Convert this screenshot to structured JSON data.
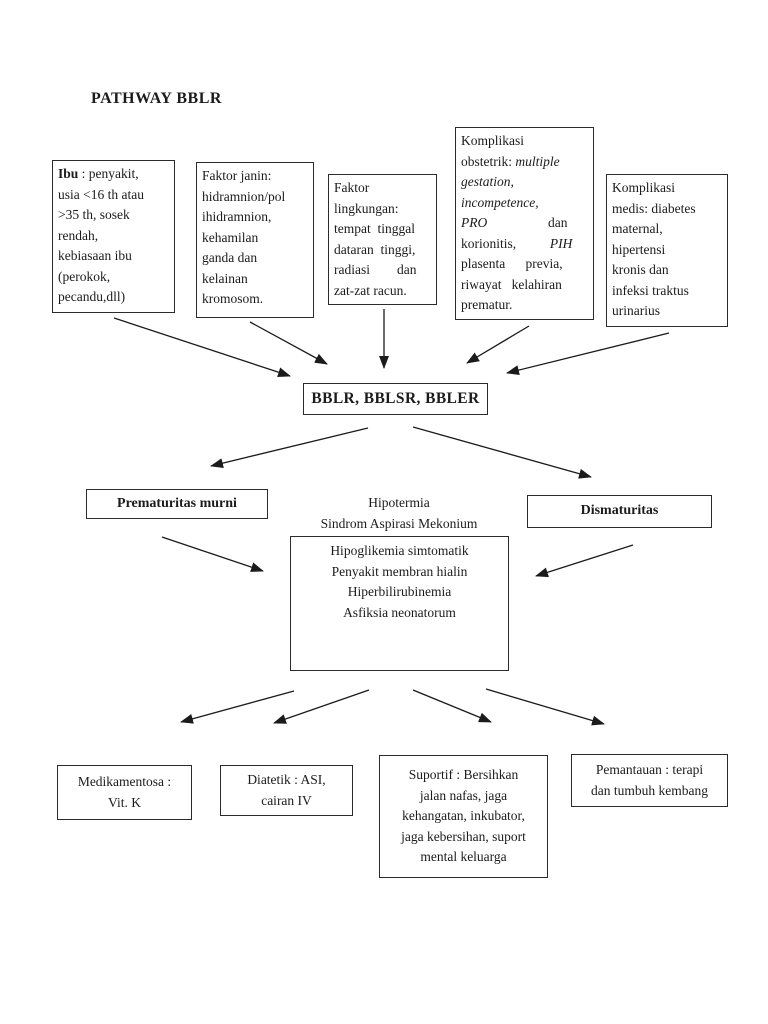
{
  "title": "PATHWAY BBLR",
  "colors": {
    "ink": "#1b1b1b",
    "paper": "#ffffff",
    "border": "#2b2b2b"
  },
  "factors": {
    "ibu": {
      "lead": "Ibu",
      "rest": " : penyakit,\nusia <16 th atau\n>35 th, sosek\nrendah,\nkebiasaan ibu\n(perokok,\npecandu,dll)"
    },
    "janin": {
      "text": "Faktor janin:\nhidramnion/pol\nihidramnion,\nkehamilan\nganda dan\nkelainan\nkromosom."
    },
    "lingkungan": {
      "text": "Faktor\nlingkungan:\ntempat  tinggal\ndataran  tinggi,\nradiasi        dan\nzat-zat racun."
    },
    "obstetrik": {
      "t1": "Komplikasi\nobstetrik: ",
      "i1": "multiple\ngestation,\nincompetence,\nPRO",
      "t2": "                  dan\nkorionitis,          ",
      "i2": "PIH",
      "t3": "\nplasenta      previa,\nriwayat   kelahiran\nprematur."
    },
    "medis": {
      "text": "Komplikasi\nmedis: diabetes\nmaternal,\nhipertensi\nkronis dan\ninfeksi traktus\nurinarius"
    }
  },
  "outcome": {
    "label": "BBLR, BBLSR, BBLER"
  },
  "classification": {
    "left": "Prematuritas murni",
    "right": "Dismaturitas"
  },
  "complications": {
    "above_box": "Hipotermia\nSindrom Aspirasi Mekonium",
    "in_box": "Hipoglikemia simtomatik\nPenyakit membran hialin\nHiperbilirubinemia\nAsfiksia neonatorum"
  },
  "management": {
    "medikamentosa": "Medikamentosa :\nVit. K",
    "diatetik": "Diatetik : ASI,\ncairan IV",
    "suportif": "Suportif : Bersihkan\njalan nafas, jaga\nkehangatan, inkubator,\njaga kebersihan, suport\nmental keluarga",
    "pemantauan": "Pemantauan : terapi\ndan tumbuh kembang"
  }
}
